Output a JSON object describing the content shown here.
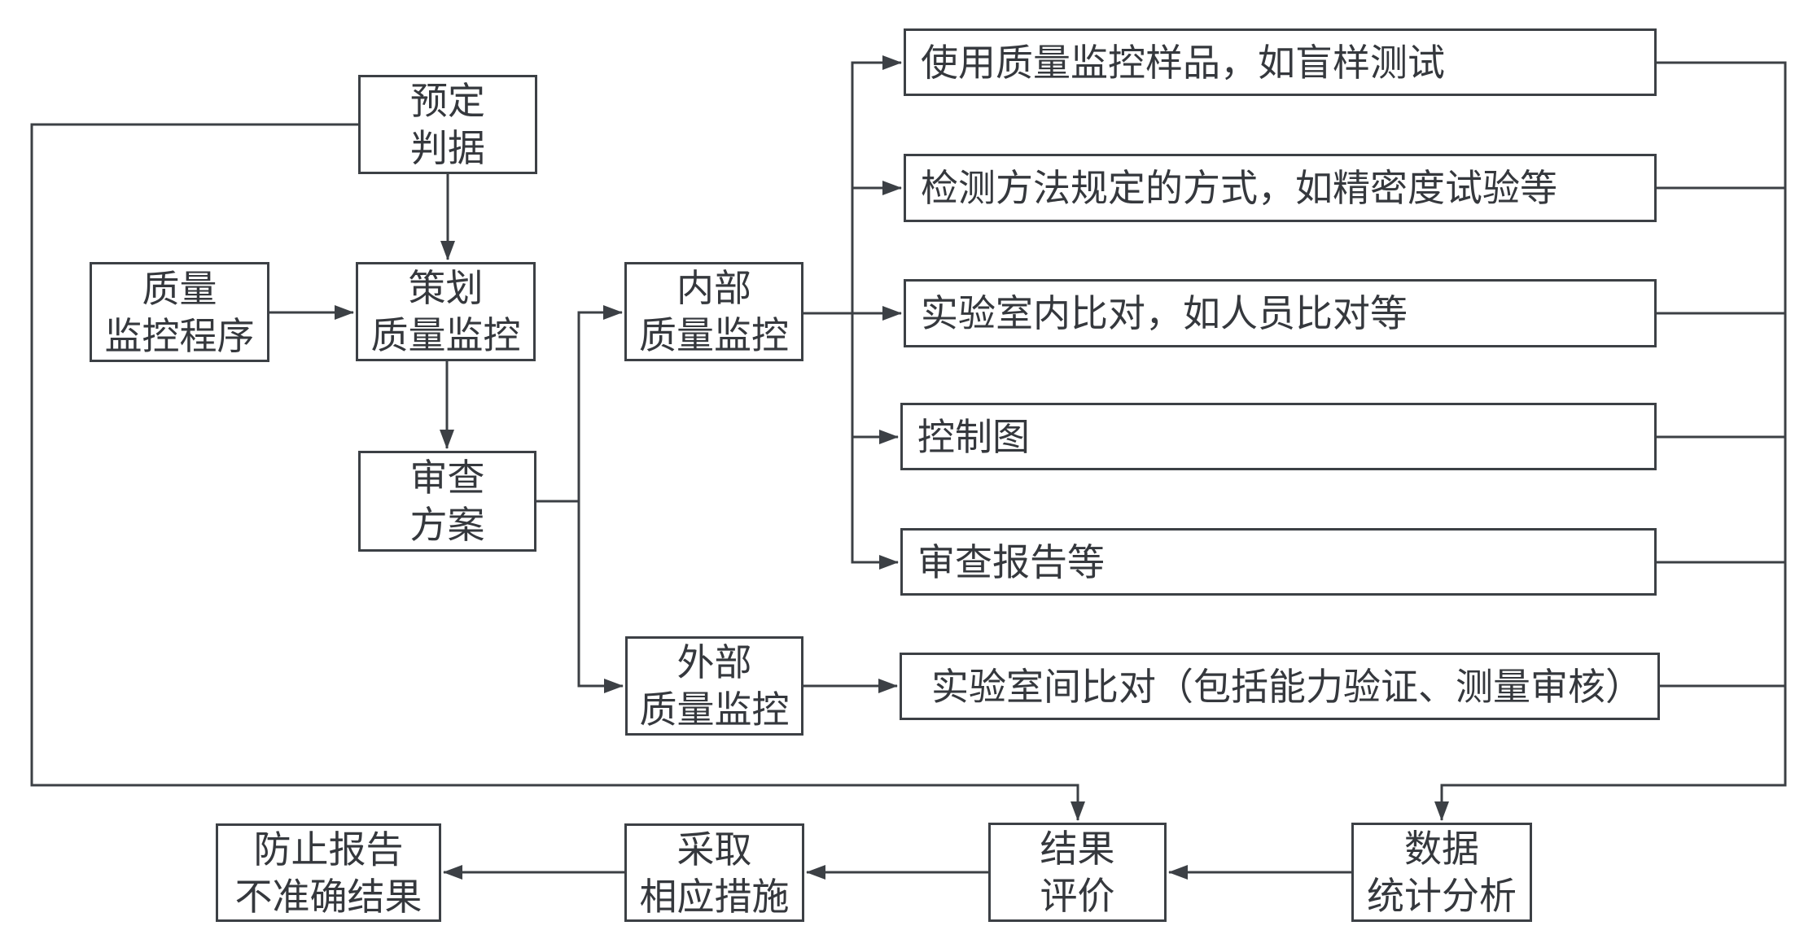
{
  "colors": {
    "background": "#ffffff",
    "line": "#3c4045",
    "text": "#35383d"
  },
  "nodes": {
    "predetermined_criteria": {
      "label": "预定\n判据"
    },
    "quality_monitoring_program": {
      "label": "质量\n监控程序"
    },
    "plan_quality_monitoring": {
      "label": "策划\n质量监控"
    },
    "review_plan": {
      "label": "审查\n方案"
    },
    "internal_quality_monitoring": {
      "label": "内部\n质量监控"
    },
    "external_quality_monitoring": {
      "label": "外部\n质量监控"
    },
    "method_blind_sample": {
      "label": "使用质量监控样品，如盲样测试"
    },
    "method_precision_test": {
      "label": "检测方法规定的方式，如精密度试验等"
    },
    "method_intralab_comparison": {
      "label": "实验室内比对，如人员比对等"
    },
    "method_control_chart": {
      "label": "控制图"
    },
    "method_review_reports": {
      "label": "审查报告等"
    },
    "method_interlab_comparison": {
      "label": "实验室间比对（包括能力验证、测量审核）"
    },
    "data_statistical_analysis": {
      "label": "数据\n统计分析"
    },
    "result_evaluation": {
      "label": "结果\n评价"
    },
    "take_measures": {
      "label": "采取\n相应措施"
    },
    "prevent_inaccurate_results": {
      "label": "防止报告\n不准确结果"
    }
  },
  "edges": [
    {
      "from": "predetermined_criteria",
      "to": "plan_quality_monitoring"
    },
    {
      "from": "quality_monitoring_program",
      "to": "plan_quality_monitoring"
    },
    {
      "from": "plan_quality_monitoring",
      "to": "review_plan"
    },
    {
      "from": "review_plan",
      "to": "internal_quality_monitoring"
    },
    {
      "from": "review_plan",
      "to": "external_quality_monitoring"
    },
    {
      "from": "internal_quality_monitoring",
      "to": "method_blind_sample"
    },
    {
      "from": "internal_quality_monitoring",
      "to": "method_precision_test"
    },
    {
      "from": "internal_quality_monitoring",
      "to": "method_intralab_comparison"
    },
    {
      "from": "internal_quality_monitoring",
      "to": "method_control_chart"
    },
    {
      "from": "internal_quality_monitoring",
      "to": "method_review_reports"
    },
    {
      "from": "external_quality_monitoring",
      "to": "method_interlab_comparison"
    },
    {
      "from": "method_blind_sample",
      "to": "data_statistical_analysis"
    },
    {
      "from": "method_precision_test",
      "to": "data_statistical_analysis"
    },
    {
      "from": "method_intralab_comparison",
      "to": "data_statistical_analysis"
    },
    {
      "from": "method_control_chart",
      "to": "data_statistical_analysis"
    },
    {
      "from": "method_review_reports",
      "to": "data_statistical_analysis"
    },
    {
      "from": "method_interlab_comparison",
      "to": "data_statistical_analysis"
    },
    {
      "from": "data_statistical_analysis",
      "to": "result_evaluation"
    },
    {
      "from": "predetermined_criteria",
      "to": "result_evaluation"
    },
    {
      "from": "result_evaluation",
      "to": "take_measures"
    },
    {
      "from": "take_measures",
      "to": "prevent_inaccurate_results"
    }
  ]
}
